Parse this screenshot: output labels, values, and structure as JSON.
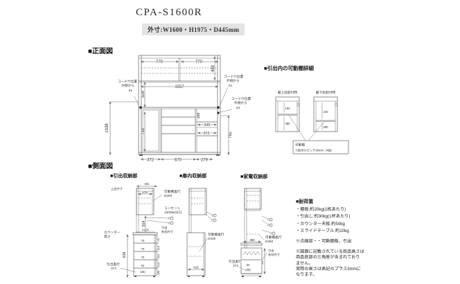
{
  "colors": {
    "badge_bg": "#e3e3e3",
    "line": "#5f5f5f",
    "text": "#2e2e2e"
  },
  "header": {
    "model": "CPA-S1600R",
    "outer_size": "外寸:W1600・H1975・D445mm"
  },
  "front": {
    "title": "■正面図",
    "d770a": "770",
    "d770b": "770",
    "d489": "489",
    "d1557": "1557",
    "d504": "504",
    "d1038": "1038",
    "d798": "798",
    "d288": "288",
    "d345": "345",
    "d372r": "372",
    "d782": "782",
    "d372l": "372",
    "d670": "670",
    "d279": "279",
    "cord_l1": "コード穴位置",
    "cord_l2": "外側から",
    "cord_l3": "61",
    "cord_r1": "コード穴位置",
    "cord_r2": "外側から",
    "cord_r3": "61",
    "cord_b1": "コード穴位置",
    "cord_b2": "外側から",
    "cord_b3": "54"
  },
  "shelf_detail": {
    "title": "■引出内の可動棚詳細",
    "top_label": "最上段取付時",
    "bottom_label": "最下段取付時",
    "top_upper": "150",
    "top_lower": "380",
    "bot_upper": "240",
    "bot_lower": "290",
    "note1": "可動棚",
    "note2": "※取付けピッチ30mm〔4段〕"
  },
  "side": {
    "title": "■側面図",
    "s1": {
      "label": "■引出収納部",
      "jodai": "上台外寸",
      "d331": "331",
      "d278": "278",
      "shelf1": "可動棚奥行",
      "shelf1v": "D250",
      "outlet1": "コンセント",
      "outlet2": "1500W(2口)",
      "d504": "504",
      "counter1": "カウンター",
      "counter2": "高さ",
      "d414": "(414)",
      "d938": "938",
      "eff1": "引出",
      "eff2": "有効内寸",
      "dr1": "70",
      "dr2": "70",
      "dr3": "70",
      "dr4": "62",
      "dr5": "(35)",
      "st1": "79",
      "st2": "115",
      "st3": "115",
      "st4": "110",
      "st5": "208",
      "oku1": "引出奥行",
      "oku2": "373"
    },
    "s2": {
      "label": "■扉内収納部",
      "shelf": "可動棚奥行",
      "shelfv": "D400",
      "d415": "415"
    },
    "s3": {
      "label": "■家電収納部",
      "d380": "380",
      "shelf": "可動棚奥行",
      "shelfv": "D350",
      "eff1": "引出",
      "eff2": "有効内寸",
      "d447": "447",
      "dr1": "62",
      "dr2": "(35)",
      "oku1": "引出奥行",
      "oku2": "373"
    }
  },
  "notes": {
    "title": "■耐荷重",
    "items": [
      "・棚板:約20kg(1枚あたり)",
      "・引出し:約30kg(1杯あたり)",
      "・カウンター天板:約50kg",
      "・スライドテーブル:約10kg"
    ],
    "dotted": "※点線部・・可動棚板、引出",
    "height_note": "※図面に記載されている商品高さは\n商品底部の三角座が含まれており\nません。\n実際の高さは表記のプラス3mmに\nなります。"
  }
}
